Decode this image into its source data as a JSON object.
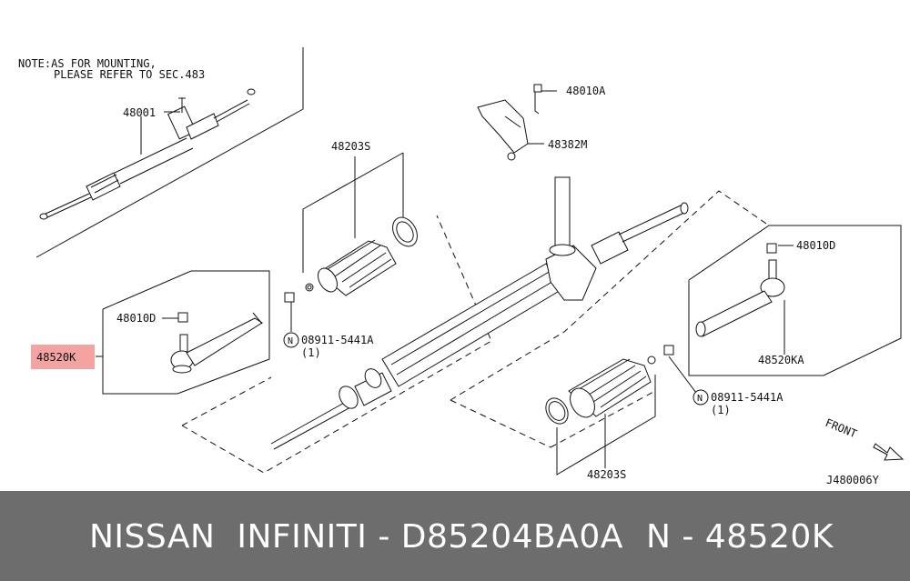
{
  "diagram": {
    "note_line1": "NOTE:AS FOR MOUNTING,",
    "note_line2": "PLEASE REFER TO SEC.483",
    "callouts": {
      "part_48001": "48001",
      "part_48203s_top": "48203S",
      "part_48203s_bottom": "48203S",
      "part_48010a": "48010A",
      "part_48382m": "48382M",
      "part_48010d_left": "48010D",
      "part_48010d_right": "48010D",
      "part_48520k": "48520K",
      "part_48520ka": "48520KA",
      "part_08911_left": "08911-5441A",
      "qty_left": "(1)",
      "part_08911_right": "08911-5441A",
      "qty_right": "(1)",
      "nut_marker": "N"
    },
    "front_label": "FRONT",
    "diagram_code": "J480006Y",
    "highlight_color": "#f4a3a3"
  },
  "footer": {
    "brand_line": "NISSAN  INFINITI - D85204BA0A",
    "part_number": "N - 48520K",
    "background": "#6d6d6d"
  }
}
